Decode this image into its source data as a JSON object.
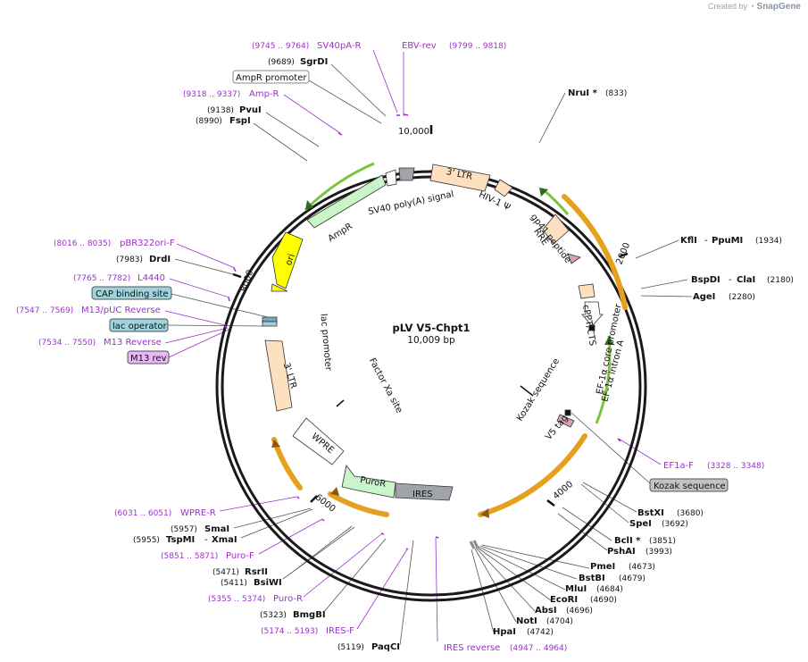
{
  "created_by": "Created by",
  "brand": "SnapGene",
  "plasmid": {
    "name": "pLV V5-Chpt1",
    "size": "10,009 bp"
  },
  "ring_ticks": {
    "t2000": "2000",
    "t4000": "4000",
    "t6000": "6000",
    "t8000": "8000",
    "t10000": "10,000"
  },
  "features": {
    "ltr5": "3' LTR",
    "hiv_psi": "HIV-1 Ψ",
    "rre": "RRE",
    "gp41": "gp41 peptide",
    "cppt": "cPPT/CTS",
    "ef1a_core": "EF-1α core promoter",
    "ef1a_intron": "EF-1α intron A",
    "kozak": "Kozak sequence",
    "v5": "V5 tag",
    "ires": "IRES",
    "puror": "PuroR",
    "wpre": "WPRE",
    "factor_xa": "Factor Xa site",
    "ltr3": "3' LTR",
    "lac_promoter": "lac promoter",
    "ori": "ori",
    "ampr": "AmpR",
    "sv40pa": "SV40 poly(A) signal"
  },
  "labels": {
    "sv40pa_r": {
      "range": "(9745 .. 9764)",
      "name": "SV40pA-R"
    },
    "ebv_rev": {
      "name": "EBV-rev",
      "range": "(9799 .. 9818)"
    },
    "sgrdi": {
      "pos": "(9689)",
      "name": "SgrDI"
    },
    "ampr_promoter": {
      "name": "AmpR promoter"
    },
    "amp_r": {
      "range": "(9318 .. 9337)",
      "name": "Amp-R"
    },
    "pvui": {
      "pos": "(9138)",
      "name": "PvuI"
    },
    "fspi": {
      "pos": "(8990)",
      "name": "FspI"
    },
    "nrui": {
      "name": "NruI *",
      "pos": "(833)"
    },
    "kfli": {
      "name": "KflI",
      "name2": "PpuMI",
      "pos": "(1934)"
    },
    "bspdi": {
      "name": "BspDI",
      "name2": "ClaI",
      "pos": "(2180)"
    },
    "agei": {
      "name": "AgeI",
      "pos": "(2280)"
    },
    "pbr322": {
      "range": "(8016 .. 8035)",
      "name": "pBR322ori-F"
    },
    "drdi": {
      "pos": "(7983)",
      "name": "DrdI"
    },
    "l4440": {
      "range": "(7765 .. 7782)",
      "name": "L4440"
    },
    "cap": {
      "name": "CAP binding site"
    },
    "m13puc": {
      "range": "(7547 .. 7569)",
      "name": "M13/pUC Reverse"
    },
    "lacop": {
      "name": "lac operator"
    },
    "m13rev": {
      "range": "(7534 .. 7550)",
      "name": "M13 Reverse"
    },
    "m13revbox": {
      "name": "M13 rev"
    },
    "ef1af": {
      "name": "EF1a-F",
      "range": "(3328 .. 3348)"
    },
    "kozakbox": {
      "name": "Kozak sequence"
    },
    "bstxi": {
      "name": "BstXI",
      "pos": "(3680)"
    },
    "spei": {
      "name": "SpeI",
      "pos": "(3692)"
    },
    "bcli": {
      "name": "BclI *",
      "pos": "(3851)"
    },
    "pshai": {
      "name": "PshAI",
      "pos": "(3993)"
    },
    "wpre_r": {
      "range": "(6031 .. 6051)",
      "name": "WPRE-R"
    },
    "smai": {
      "pos": "(5957)",
      "name": "SmaI"
    },
    "tspmi": {
      "pos": "(5955)",
      "name": "TspMI",
      "name2": "XmaI"
    },
    "puro_f": {
      "range": "(5851 .. 5871)",
      "name": "Puro-F"
    },
    "rsrii": {
      "pos": "(5471)",
      "name": "RsrII"
    },
    "bsiwi": {
      "pos": "(5411)",
      "name": "BsiWI"
    },
    "puro_r": {
      "range": "(5355 .. 5374)",
      "name": "Puro-R"
    },
    "bmgbi": {
      "pos": "(5323)",
      "name": "BmgBI"
    },
    "ires_f": {
      "range": "(5174 .. 5193)",
      "name": "IRES-F"
    },
    "paqci": {
      "pos": "(5119)",
      "name": "PaqCI"
    },
    "ires_rev": {
      "name": "IRES reverse",
      "range": "(4947 .. 4964)"
    },
    "hpai": {
      "name": "HpaI",
      "pos": "(4742)"
    },
    "noti": {
      "name": "NotI",
      "pos": "(4704)"
    },
    "absi": {
      "name": "AbsI",
      "pos": "(4696)"
    },
    "ecori": {
      "name": "EcoRI",
      "pos": "(4690)"
    },
    "mlui": {
      "name": "MluI",
      "pos": "(4684)"
    },
    "bstbi": {
      "name": "BstBI",
      "pos": "(4679)"
    },
    "pmei": {
      "name": "PmeI",
      "pos": "(4673)"
    }
  },
  "colors": {
    "primer": "#9b30c8",
    "enzyme": "#000000",
    "cds": "#c9f5c9",
    "ltr": "#fde0c0",
    "ori": "#ffff00",
    "orf": "#e6a020",
    "ires": "#a0a4a8",
    "lacop": "#9fd3dc",
    "m13box": "#e6b8f5"
  }
}
